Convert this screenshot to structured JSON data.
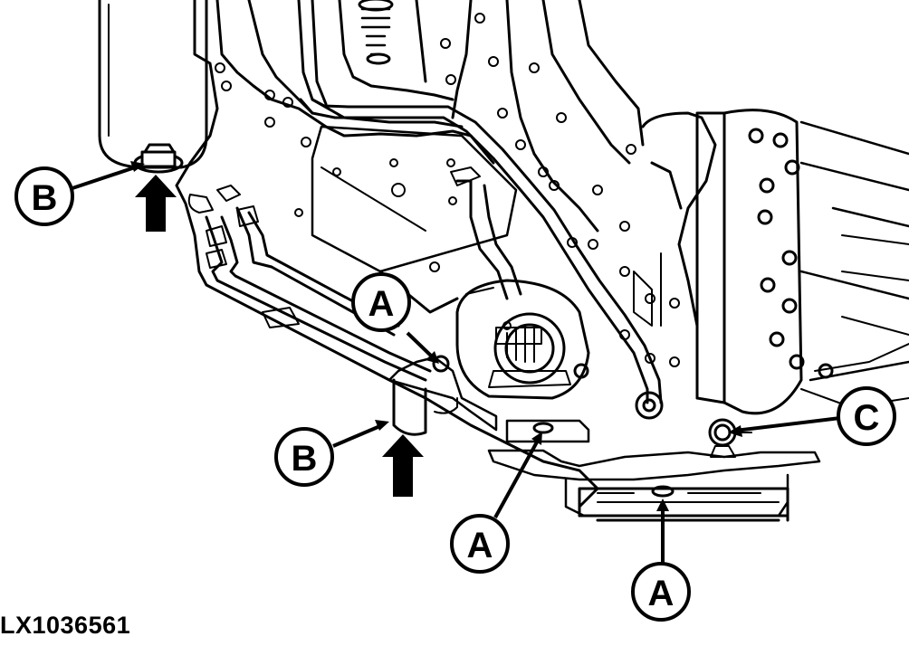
{
  "figure": {
    "id_label": "LX1036561"
  },
  "callouts": [
    {
      "key": "callout-b-top",
      "letter": "B"
    },
    {
      "key": "callout-a-upper",
      "letter": "A"
    },
    {
      "key": "callout-b-lower",
      "letter": "B"
    },
    {
      "key": "callout-c",
      "letter": "C"
    },
    {
      "key": "callout-a-middle",
      "letter": "A"
    },
    {
      "key": "callout-a-bottom",
      "letter": "A"
    }
  ],
  "colors": {
    "line": "#000000",
    "background": "#ffffff"
  }
}
